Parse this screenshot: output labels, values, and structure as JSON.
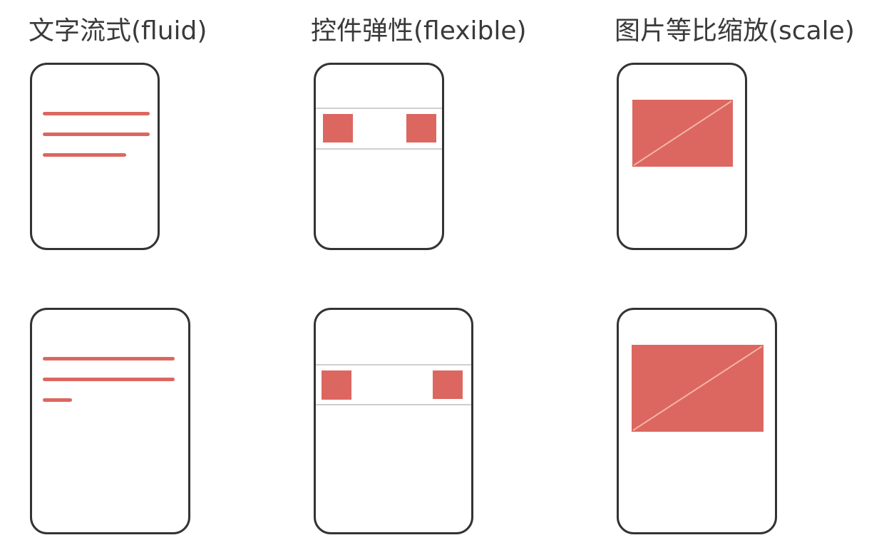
{
  "columns": [
    {
      "title": "文字流式(fluid)"
    },
    {
      "title": "控件弹性(flexible)"
    },
    {
      "title": "图片等比缩放(scale)"
    }
  ],
  "colors": {
    "accent": "#dc6760",
    "frame": "#333333",
    "separator": "#cfcfcf",
    "diagonal": "#f4b3a6",
    "title": "#3a3a3a"
  }
}
